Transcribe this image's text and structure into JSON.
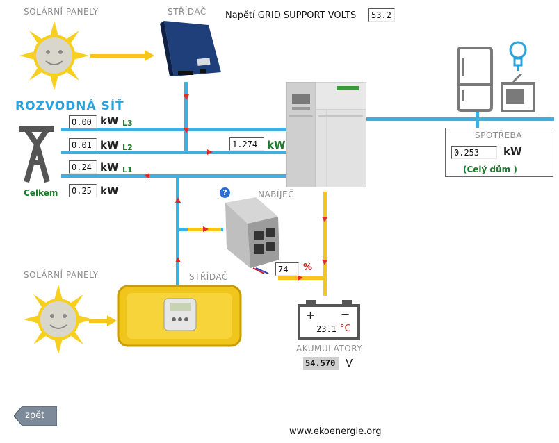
{
  "header": {
    "grid_support_label": "Napětí GRID SUPPORT VOLTS",
    "grid_support_value": "53.2"
  },
  "solar_top": {
    "label": "SOLÁRNÍ PANELY"
  },
  "inverter_top": {
    "label": "STŘÍDAČ"
  },
  "grid": {
    "title": "ROZVODNÁ SÍŤ",
    "lines": [
      {
        "value": "0.00",
        "unit": "kW",
        "phase": "L3"
      },
      {
        "value": "0.01",
        "unit": "kW",
        "phase": "L2"
      },
      {
        "value": "0.24",
        "unit": "kW",
        "phase": "L1"
      }
    ],
    "total_label": "Celkem",
    "total_value": "0.25",
    "total_unit": "kW"
  },
  "main_inverter": {
    "value": "1.274",
    "unit": "kW"
  },
  "consumption": {
    "label": "SPOTŘEBA",
    "value": "0.253",
    "unit": "kW",
    "note": "(Celý dům )"
  },
  "charger": {
    "label": "NABÍJEČ",
    "help": "?",
    "percent": "74",
    "percent_unit": "%"
  },
  "solar_bottom": {
    "label": "SOLÁRNÍ PANELY"
  },
  "inverter_bottom": {
    "label": "STŘÍDAČ"
  },
  "battery": {
    "label": "AKUMULÁTORY",
    "temperature": "23.1",
    "temp_unit": "°C",
    "voltage": "54.570",
    "voltage_unit": "V",
    "plus": "+",
    "minus": "−"
  },
  "nav": {
    "back_label": "zpět"
  },
  "footer": {
    "url": "www.ekoenergie.org"
  },
  "colors": {
    "flow_blue": "#3faee0",
    "flow_yellow": "#f6c61a",
    "arrow_red": "#e02b2b",
    "title_blue": "#29a3dc"
  }
}
